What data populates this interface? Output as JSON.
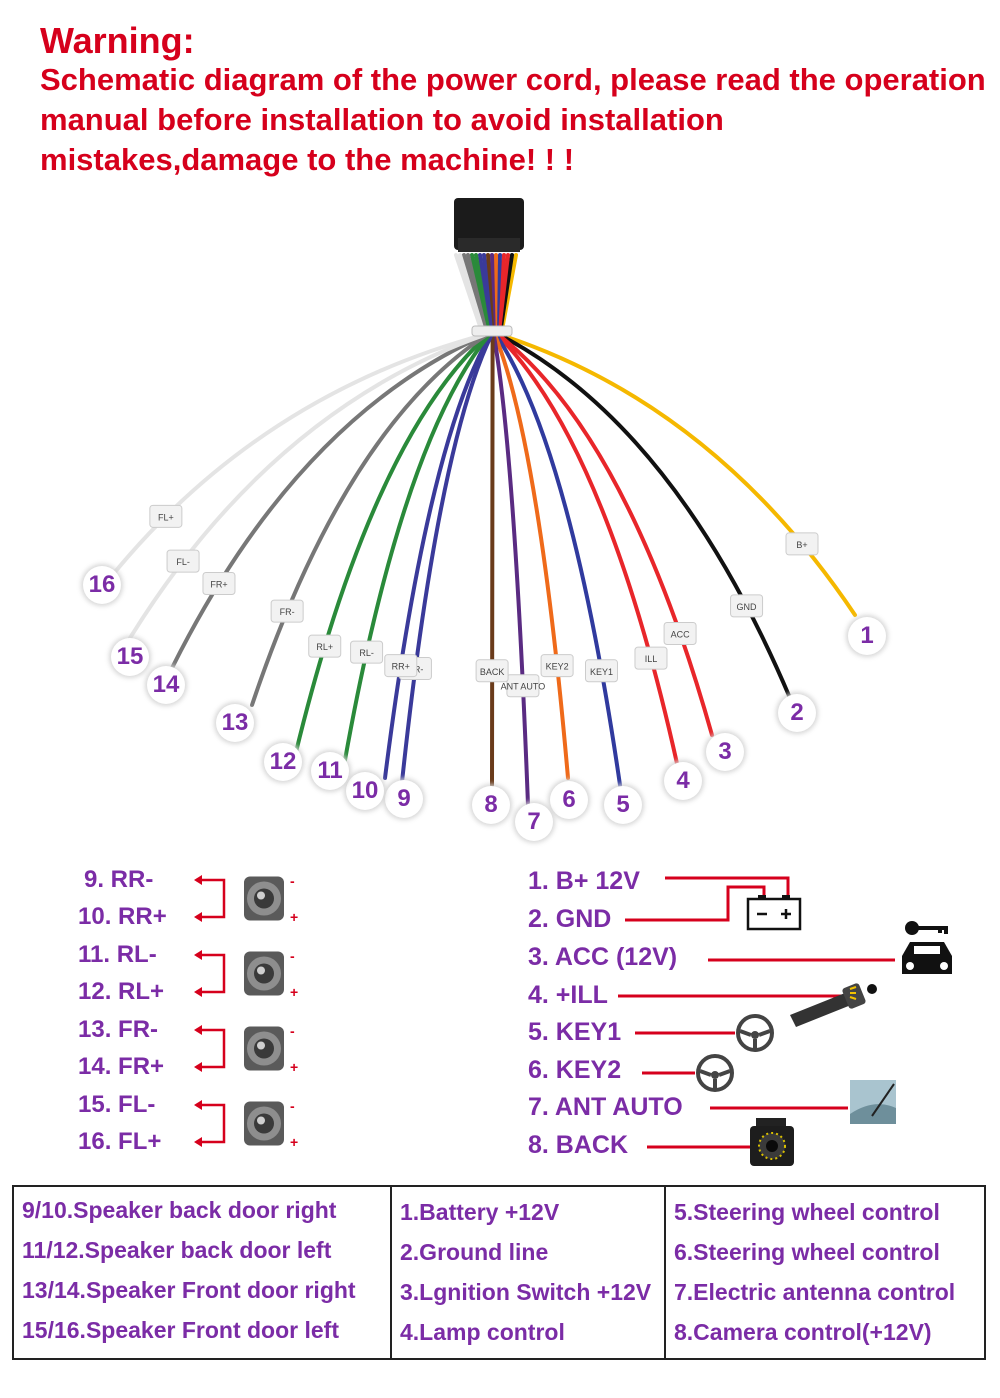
{
  "warning": {
    "title": "Warning:",
    "body": "Schematic diagram of the power cord, please read the operation manual before installation to avoid installation mistakes,damage to the machine! ! !"
  },
  "wire_numbers": [
    "1",
    "2",
    "3",
    "4",
    "5",
    "6",
    "7",
    "8",
    "9",
    "10",
    "11",
    "12",
    "13",
    "14",
    "15",
    "16"
  ],
  "wire_tags": [
    "B+",
    "GND",
    "ACC",
    "ILL",
    "KEY1",
    "KEY2",
    "ANT AUTO",
    "BACK",
    "RR-",
    "RR+",
    "RL-",
    "RL+",
    "FR-",
    "FR+",
    "FL-",
    "FL+"
  ],
  "wire_colors": [
    "#f5b800",
    "#111111",
    "#e8262a",
    "#e8262a",
    "#303a9e",
    "#ef6a1a",
    "#5a2b82",
    "#6a3b1a",
    "#3a3a9a",
    "#3a3a9a",
    "#2a8a3a",
    "#2a8a3a",
    "#777777",
    "#777777",
    "#e4e4e4",
    "#e4e4e4"
  ],
  "speaker_pins": [
    {
      "label": "9.  RR-"
    },
    {
      "label": "10. RR+"
    },
    {
      "label": "11. RL-"
    },
    {
      "label": "12. RL+"
    },
    {
      "label": "13. FR-"
    },
    {
      "label": "14. FR+"
    },
    {
      "label": "15. FL-"
    },
    {
      "label": "16. FL+"
    }
  ],
  "polarity": {
    "minus": "-",
    "plus": "+"
  },
  "function_pins": [
    {
      "label": "1. B+ 12V",
      "icon": "battery-icon"
    },
    {
      "label": "2. GND",
      "icon": "battery-icon"
    },
    {
      "label": "3. ACC (12V)",
      "icon": "car-key-icon"
    },
    {
      "label": "4. +ILL",
      "icon": "lamp-switch-icon"
    },
    {
      "label": "5. KEY1",
      "icon": "steering-wheel-icon"
    },
    {
      "label": "6. KEY2",
      "icon": "steering-wheel-icon"
    },
    {
      "label": "7. ANT AUTO",
      "icon": "antenna-icon"
    },
    {
      "label": "8. BACK",
      "icon": "camera-icon"
    }
  ],
  "legend": {
    "col1": [
      "9/10.Speaker back door right",
      "11/12.Speaker back door left",
      "13/14.Speaker Front door right",
      "15/16.Speaker Front door left"
    ],
    "col2": [
      "1.Battery +12V",
      "2.Ground line",
      "3.Lgnition Switch +12V",
      "4.Lamp control"
    ],
    "col3": [
      "5.Steering wheel control",
      "6.Steering wheel control",
      "7.Electric antenna control",
      "8.Camera control(+12V)"
    ]
  },
  "colors": {
    "warning": "#d6001c",
    "label": "#7b2ca6",
    "connector_line": "#d6001c"
  }
}
